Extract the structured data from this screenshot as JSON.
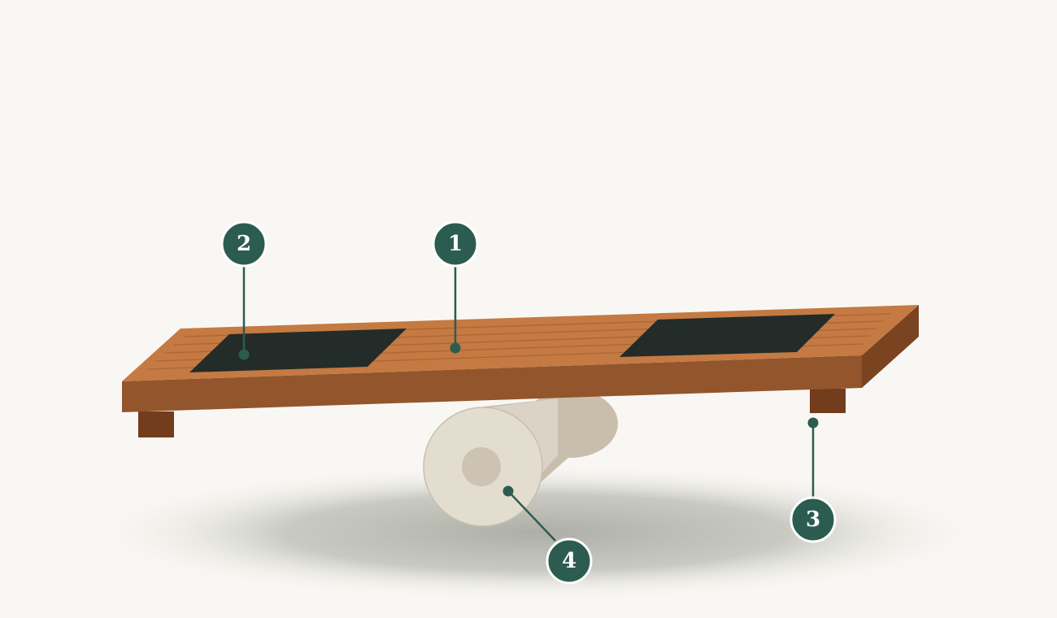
{
  "colors": {
    "background": "#f9f7f3",
    "marker": "#2c5c50",
    "marker_text": "#ffffff",
    "board_top": "#c47a42",
    "board_front": "#93552b",
    "board_side": "#7a4421",
    "grip_pad": "#232c29",
    "roller_face": "#e3ddd0",
    "roller_body": "#c9beac",
    "roller_hub": "#cdc3b2",
    "stopper": "#733c1c",
    "shadow": "#a9aba2"
  },
  "diagram": {
    "parts": [
      "wooden-deck",
      "grip-pad",
      "end-stopper",
      "roller"
    ],
    "markers": [
      {
        "label": "1",
        "part": "wooden-deck"
      },
      {
        "label": "2",
        "part": "grip-pad"
      },
      {
        "label": "3",
        "part": "end-stopper"
      },
      {
        "label": "4",
        "part": "roller"
      }
    ]
  }
}
